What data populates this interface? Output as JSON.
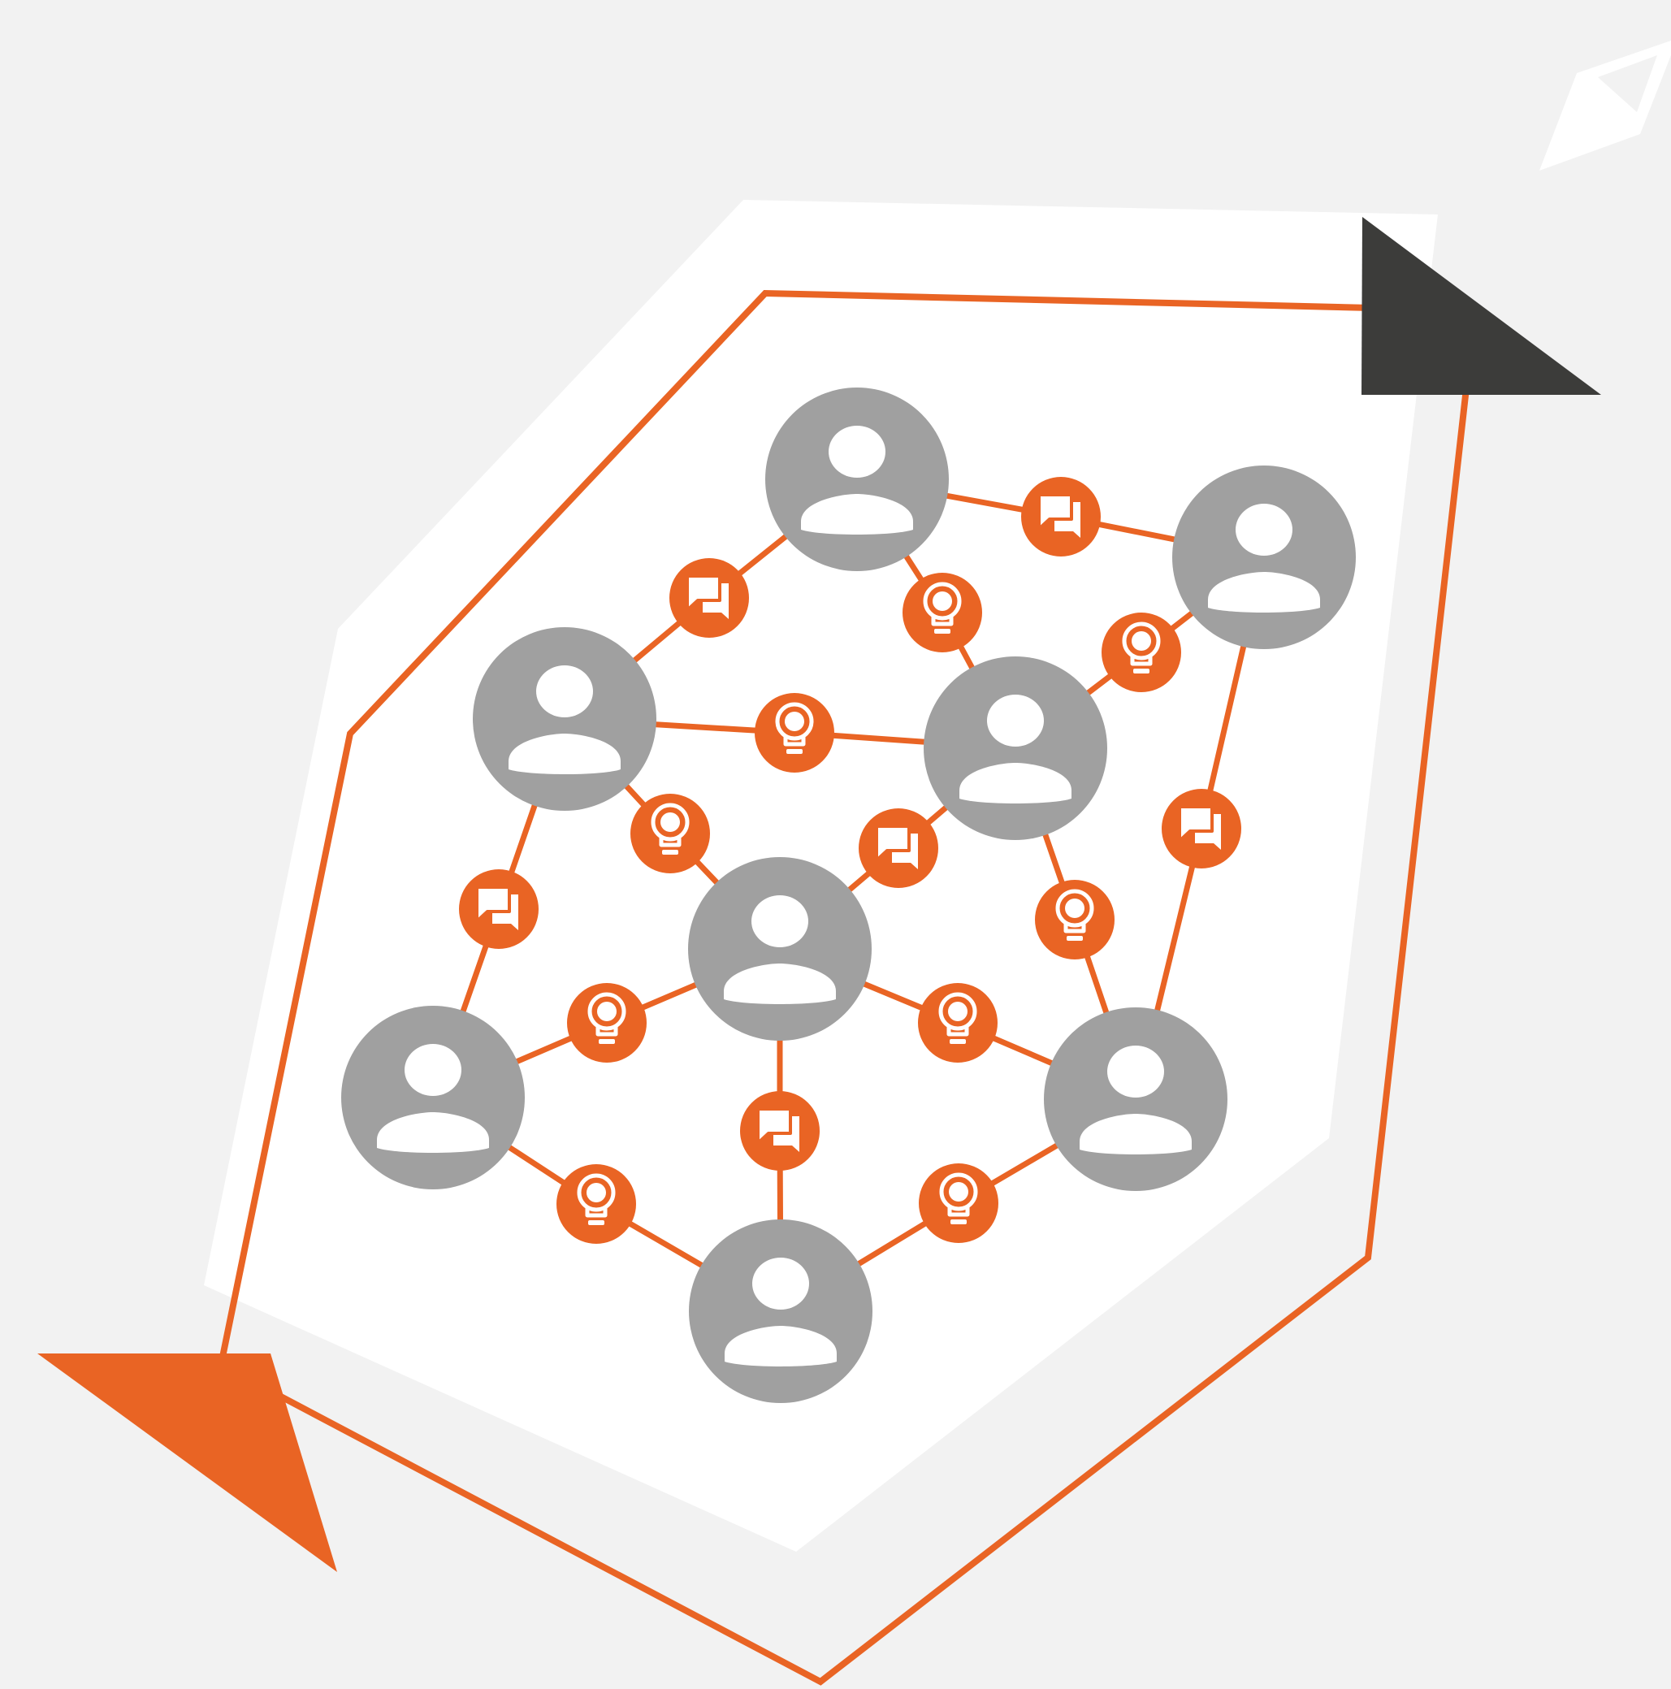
{
  "colors": {
    "background": "#f2f2f2",
    "panel": "#ffffff",
    "accent": "#e96424",
    "dark": "#3c3c3a",
    "person": "#a0a0a0",
    "glyph": "#ffffff"
  },
  "people": [
    {
      "id": "p1",
      "icon": "person-icon"
    },
    {
      "id": "p2",
      "icon": "person-icon"
    },
    {
      "id": "p3",
      "icon": "person-icon"
    },
    {
      "id": "p4",
      "icon": "person-icon"
    },
    {
      "id": "p5",
      "icon": "person-icon"
    },
    {
      "id": "p6",
      "icon": "person-icon"
    },
    {
      "id": "p7",
      "icon": "person-icon"
    },
    {
      "id": "p8",
      "icon": "person-icon"
    }
  ],
  "connectors": [
    {
      "id": "c1",
      "icon": "chat-icon"
    },
    {
      "id": "c2",
      "icon": "chat-icon"
    },
    {
      "id": "c3",
      "icon": "lightbulb-icon"
    },
    {
      "id": "c4",
      "icon": "lightbulb-icon"
    },
    {
      "id": "c5",
      "icon": "lightbulb-icon"
    },
    {
      "id": "c6",
      "icon": "lightbulb-icon"
    },
    {
      "id": "c7",
      "icon": "chat-icon"
    },
    {
      "id": "c8",
      "icon": "chat-icon"
    },
    {
      "id": "c9",
      "icon": "chat-icon"
    },
    {
      "id": "c10",
      "icon": "lightbulb-icon"
    },
    {
      "id": "c11",
      "icon": "lightbulb-icon"
    },
    {
      "id": "c12",
      "icon": "lightbulb-icon"
    },
    {
      "id": "c13",
      "icon": "chat-icon"
    },
    {
      "id": "c14",
      "icon": "lightbulb-icon"
    },
    {
      "id": "c15",
      "icon": "lightbulb-icon"
    }
  ],
  "links": [
    [
      "p1",
      "c1",
      "p3"
    ],
    [
      "p1",
      "c2",
      "p2"
    ],
    [
      "p1",
      "c3",
      "p4"
    ],
    [
      "p2",
      "c4",
      "p4"
    ],
    [
      "p3",
      "c5",
      "p4"
    ],
    [
      "p3",
      "c6",
      "p5"
    ],
    [
      "p4",
      "c7",
      "p5"
    ],
    [
      "p3",
      "c8",
      "p6"
    ],
    [
      "p2",
      "c9",
      "p7"
    ],
    [
      "p4",
      "c10",
      "p7"
    ],
    [
      "p6",
      "c11",
      "p5"
    ],
    [
      "p5",
      "c12",
      "p7"
    ],
    [
      "p5",
      "c13",
      "p8"
    ],
    [
      "p6",
      "c14",
      "p8"
    ],
    [
      "p7",
      "c15",
      "p8"
    ]
  ],
  "decorations": [
    {
      "id": "dark-triangle",
      "icon": "dark-triangle"
    },
    {
      "id": "orange-triangle",
      "icon": "orange-triangle"
    },
    {
      "id": "paper-plane",
      "icon": "paper-plane-icon"
    }
  ]
}
